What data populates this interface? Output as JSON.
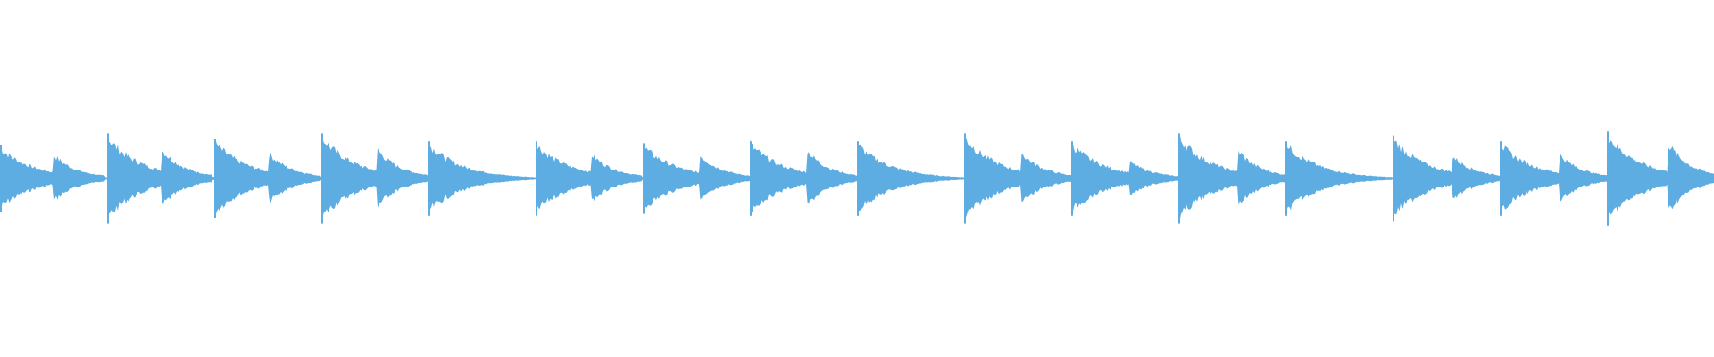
{
  "waveform": {
    "color": "#5DADE2",
    "background": "#FFFFFF",
    "segments": [
      {
        "start": 0.0,
        "end": 0.0625,
        "amp": 0.085
      },
      {
        "start": 0.0625,
        "end": 0.125,
        "amp": 0.115
      },
      {
        "start": 0.125,
        "end": 0.1875,
        "amp": 0.1
      },
      {
        "start": 0.1875,
        "end": 0.25,
        "amp": 0.115
      },
      {
        "start": 0.25,
        "end": 0.3125,
        "amp": 0.095
      },
      {
        "start": 0.3125,
        "end": 0.375,
        "amp": 0.095
      },
      {
        "start": 0.375,
        "end": 0.4375,
        "amp": 0.09
      },
      {
        "start": 0.4375,
        "end": 0.5,
        "amp": 0.095
      },
      {
        "start": 0.5,
        "end": 0.5625,
        "amp": 0.095
      },
      {
        "start": 0.5625,
        "end": 0.625,
        "amp": 0.115
      },
      {
        "start": 0.625,
        "end": 0.6875,
        "amp": 0.095
      },
      {
        "start": 0.6875,
        "end": 0.75,
        "amp": 0.115
      },
      {
        "start": 0.75,
        "end": 0.8125,
        "amp": 0.095
      },
      {
        "start": 0.8125,
        "end": 0.875,
        "amp": 0.11
      },
      {
        "start": 0.875,
        "end": 0.9375,
        "amp": 0.095
      },
      {
        "start": 0.9375,
        "end": 1.0,
        "amp": 0.12
      }
    ],
    "secondary_hits": [
      {
        "at": 0.031,
        "amp": 0.05
      },
      {
        "at": 0.094,
        "amp": 0.06
      },
      {
        "at": 0.157,
        "amp": 0.05
      },
      {
        "at": 0.22,
        "amp": 0.06
      },
      {
        "at": 0.345,
        "amp": 0.05
      },
      {
        "at": 0.408,
        "amp": 0.05
      },
      {
        "at": 0.471,
        "amp": 0.06
      },
      {
        "at": 0.596,
        "amp": 0.05
      },
      {
        "at": 0.659,
        "amp": 0.03
      },
      {
        "at": 0.722,
        "amp": 0.06
      },
      {
        "at": 0.847,
        "amp": 0.045
      },
      {
        "at": 0.91,
        "amp": 0.05
      },
      {
        "at": 0.973,
        "amp": 0.08
      }
    ]
  }
}
